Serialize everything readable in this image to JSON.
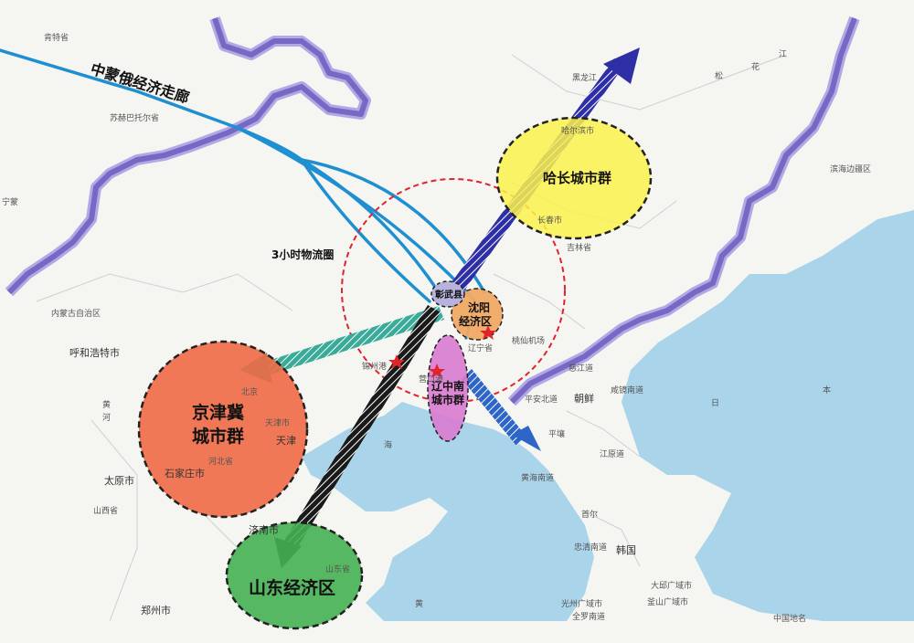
{
  "corridor": {
    "label": "中蒙俄经济走廊"
  },
  "logistics_circle": {
    "label": "3小时物流圈"
  },
  "clusters": {
    "harbin_changchun": "哈长城市群",
    "jingjinji_line1": "京津冀",
    "jingjinji_line2": "城市群",
    "shandong": "山东经济区",
    "liaozhongnan_line1": "辽中南",
    "liaozhongnan_line2": "城市群",
    "shenyang_line1": "沈阳",
    "shenyang_line2": "经济区"
  },
  "nodes": {
    "zhangwu": "彰武县",
    "taoxian_airport": "桃仙机场",
    "yingkou_port": "营口港",
    "jinzhou_port": "锦州港"
  },
  "regions": {
    "mongolia_ken": "肯特省",
    "sukhbaatar": "苏赫巴托尔省",
    "inner_mongolia": "内蒙古自治区",
    "hohhot": "呼和浩特市",
    "taiyuan": "太原市",
    "shanxi": "山西省",
    "zhengzhou": "郑州市",
    "jinan": "济南市",
    "shandong_prov": "山东省",
    "shijiazhuang": "石家庄市",
    "hebei": "河北省",
    "tianjin": "天津市",
    "tianjin_small": "天津",
    "harbin": "哈尔滨市",
    "changchun": "长春市",
    "jilin_prov": "吉林省",
    "liaoning": "辽宁省",
    "heilongjiang": "黑龙江",
    "primorsky": "滨海边疆区",
    "north_korea": "朝鲜",
    "pyongan_north": "平安北道",
    "jagang": "慈江道",
    "hamgyong": "咸镜南道",
    "pyongyang": "平壤",
    "hwanghae": "黄海南道",
    "south_korea": "韩国",
    "seoul": "首尔",
    "chungnam": "忠清南道",
    "gwangju": "光州广域市",
    "jeonnam": "全罗南道",
    "busan": "釜山广域市",
    "daegu": "大邱广域市",
    "gangwon": "江原道",
    "japan_sea_1": "日",
    "japan_sea_2": "本",
    "yellow_sea": "黄",
    "bohai": "海",
    "yellow_river": "黄",
    "river_he": "河",
    "songhua_1": "松",
    "songhua_2": "花",
    "songhua_3": "江",
    "other_place": "宁蒙",
    "north_province": "北京",
    "jeju": "中国地名"
  },
  "colors": {
    "sea": "#a9d4ea",
    "land": "#f5f5f2",
    "border_purple": "#7768c4",
    "corridor_blue": "#1e8fd1",
    "circle_red": "#e0242c",
    "harbin_fill": "#fbf24d",
    "jingjinji_fill": "#f06a46",
    "shandong_fill": "#46b154",
    "liaozhongnan_fill": "#d97bd0",
    "shenyang_fill": "#f0a964",
    "arrow_navy": "#2e2fa6",
    "arrow_teal": "#3aaa99",
    "arrow_blue": "#2d66c8",
    "arrow_black": "#1a1a1a"
  }
}
